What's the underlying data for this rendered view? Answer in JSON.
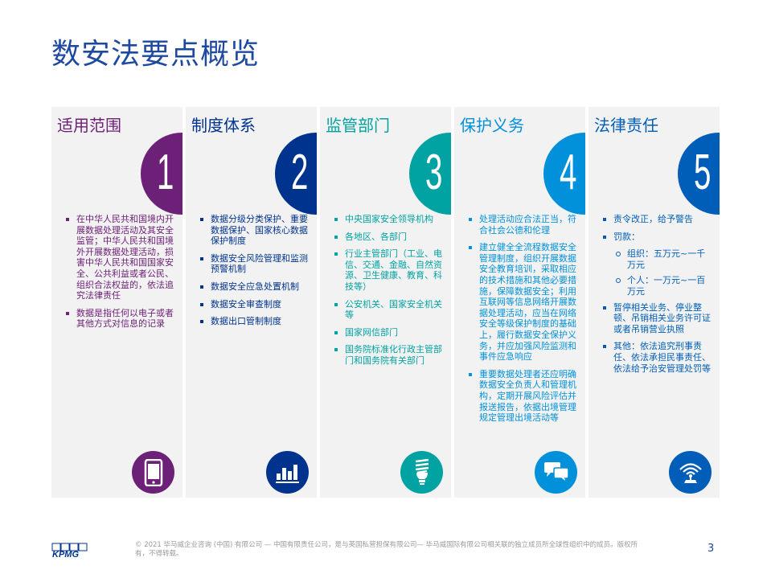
{
  "page": {
    "title": "数安法要点概览",
    "page_number": "3"
  },
  "colors": {
    "title": "#1e49a0",
    "card_bg": "#f2f2f2",
    "purple": "#6d2077",
    "navy": "#00338d",
    "teal": "#00a3a1",
    "light_blue": "#0091da",
    "blue": "#005eb8"
  },
  "cards": [
    {
      "title": "适用范围",
      "number": "1",
      "icon": "mobile-phone-icon",
      "bullets": [
        "在中华人民共和国境内开展数据处理活动及其安全监管；中华人民共和国境外开展数据处理活动，损害中华人民共和国国家安全、公共利益或者公民、组织合法权益的，依法追究法律责任",
        "数据是指任何以电子或者其他方式对信息的记录"
      ]
    },
    {
      "title": "制度体系",
      "number": "2",
      "icon": "bar-chart-icon",
      "bullets": [
        "数据分级分类保护、重要数据保护、国家核心数据保护制度",
        "数据安全风险管理和监测预警机制",
        "数据安全应急处置机制",
        "数据安全审查制度",
        "数据出口管制制度"
      ]
    },
    {
      "title": "监管部门",
      "number": "3",
      "icon": "light-bulb-icon",
      "bullets": [
        "中央国家安全领导机构",
        "各地区、各部门",
        "行业主管部门（工业、电信、交通、金融、自然资源、卫生健康、教育、科技等）",
        "公安机关、国家安全机关等",
        "国家网信部门",
        "国务院标准化行政主管部门和国务院有关部门"
      ]
    },
    {
      "title": "保护义务",
      "number": "4",
      "icon": "chat-bubbles-icon",
      "bullets": [
        "处理活动应合法正当，符合社会公德和伦理",
        "建立健全全流程数据安全管理制度，组织开展数据安全教育培训，采取相应的技术措施和其他必要措施，保障数据安全；利用互联网等信息网络开展数据处理活动，应当在网络安全等级保护制度的基础上，履行数据安全保护义务，并应加强风险监测和事件应急响应",
        "重要数据处理者还应明确数据安全负责人和管理机构，定期开展风险评估并报送报告，依据出境管理规定管理出境活动等"
      ]
    },
    {
      "title": "法律责任",
      "number": "5",
      "icon": "wireless-signal-icon",
      "bullets": [
        "责令改正，给予警告",
        "罚款：",
        "组织：五万元~一千万元",
        "个人：一万元~一百万元",
        "暂停相关业务、停业整顿、吊销相关业务许可证或者吊销营业执照",
        "其他：依法追究刑事责任、依法承担民事责任、依法给予治安管理处罚等"
      ]
    }
  ],
  "footer": {
    "logo": "KPMG",
    "copyright": "© 2021 毕马威企业咨询 (中国) 有限公司 — 中国有限责任公司，是与英国私营担保有限公司— 毕马威国际有限公司相关联的独立成员所全球性组织中的成员。版权所有，不得转载。"
  }
}
